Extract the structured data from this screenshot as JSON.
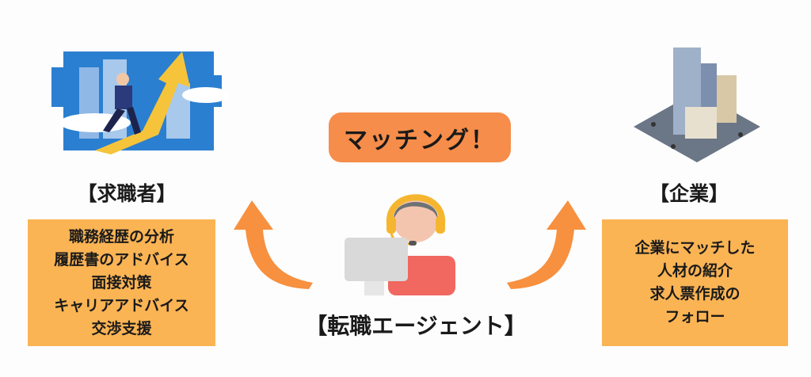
{
  "matching": {
    "label": "マッチング！"
  },
  "job_seeker": {
    "title": "【求職者】",
    "services": [
      "職務経歴の分析",
      "履歴書のアドバイス",
      "面接対策",
      "キャリアアドバイス",
      "交渉支援"
    ]
  },
  "company": {
    "title": "【企業】",
    "services": [
      "企業にマッチした",
      "人材の紹介",
      "求人票作成の",
      "フォロー"
    ]
  },
  "agent": {
    "title": "【転職エージェント】"
  },
  "colors": {
    "box": "#fbb454",
    "pill": "#f68d4a",
    "arrow": "#f7903f"
  }
}
